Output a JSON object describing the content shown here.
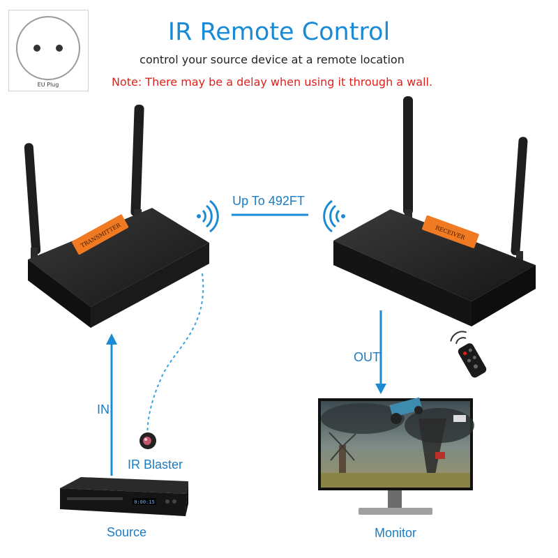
{
  "title": "IR Remote Control",
  "subtitle": "control your source device at a remote location",
  "note": "Note: There may be a delay when using it through a wall.",
  "plug": {
    "label": "EU Plug"
  },
  "transmitter": {
    "label": "TRANSMITTER"
  },
  "receiver": {
    "label": "RECEIVER"
  },
  "labels": {
    "range": "Up To 492FT",
    "in": "IN",
    "out": "OUT",
    "ir_blaster": "IR Blaster",
    "source": "Source",
    "monitor": "Monitor"
  },
  "player": {
    "display": "0:00:15"
  },
  "colors": {
    "accent_blue": "#1a8ad4",
    "note_red": "#e0211b",
    "device_black": "#1b1b1b",
    "orange_tag": "#f07a22"
  },
  "icons": [
    "eu-plug-icon",
    "wifi-signal-icon",
    "ir-remote-icon"
  ]
}
